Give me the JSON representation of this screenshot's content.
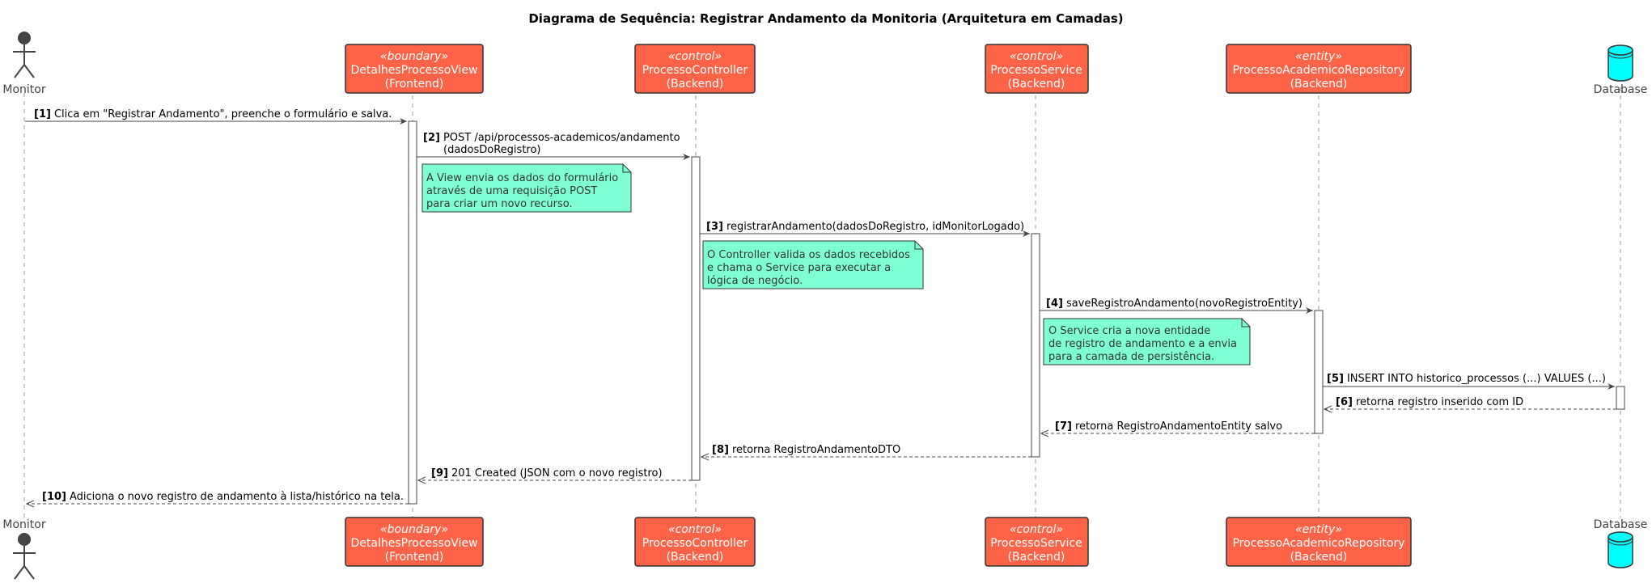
{
  "title": "Diagrama de Sequência: Registrar Andamento da Monitoria (Arquitetura em Camadas)",
  "participants": [
    {
      "name": "Monitor",
      "kind": "actor"
    },
    {
      "stereotype": "«boundary»",
      "name": "DetalhesProcessoView",
      "sub": "(Frontend)",
      "kind": "box"
    },
    {
      "stereotype": "«control»",
      "name": "ProcessoController",
      "sub": "(Backend)",
      "kind": "box"
    },
    {
      "stereotype": "«control»",
      "name": "ProcessoService",
      "sub": "(Backend)",
      "kind": "box"
    },
    {
      "stereotype": "«entity»",
      "name": "ProcessoAcademicoRepository",
      "sub": "(Backend)",
      "kind": "box"
    },
    {
      "name": "Database",
      "kind": "database"
    }
  ],
  "messages": [
    {
      "num": "[1]",
      "text": "Clica em \"Registrar Andamento\", preenche o formulário e salva."
    },
    {
      "num": "[2]",
      "text": "POST /api/processos-academicos/andamento",
      "text2": "(dadosDoRegistro)"
    },
    {
      "num": "[3]",
      "text": "registrarAndamento(dadosDoRegistro, idMonitorLogado)"
    },
    {
      "num": "[4]",
      "text": "saveRegistroAndamento(novoRegistroEntity)"
    },
    {
      "num": "[5]",
      "text": "INSERT INTO historico_processos (...) VALUES (...)"
    },
    {
      "num": "[6]",
      "text": "retorna registro inserido com ID"
    },
    {
      "num": "[7]",
      "text": "retorna RegistroAndamentoEntity salvo"
    },
    {
      "num": "[8]",
      "text": "retorna RegistroAndamentoDTO"
    },
    {
      "num": "[9]",
      "text": "201 Created (JSON com o novo registro)"
    },
    {
      "num": "[10]",
      "text": "Adiciona o novo registro de andamento à lista/histórico na tela."
    }
  ],
  "notes": [
    {
      "lines": [
        "A View envia os dados do formulário",
        "através de uma requisição POST",
        "para criar um novo recurso."
      ]
    },
    {
      "lines": [
        "O Controller valida os dados recebidos",
        "e chama o Service para executar a",
        "lógica de negócio."
      ]
    },
    {
      "lines": [
        "O Service cria a nova entidade",
        "de registro de andamento e a envia",
        "para a camada de persistência."
      ]
    }
  ],
  "colors": {
    "participant_fill": "#FF6347",
    "note_fill": "#7FFFD4",
    "database_fill": "#00FFFF",
    "actor_fill": "#444444"
  }
}
